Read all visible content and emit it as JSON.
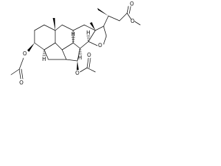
{
  "molecule": {
    "atoms": {
      "ester_carbonyl_o": "O",
      "ester_ether_o": "O",
      "ring_oxygen": "O",
      "acetate3_ether_o": "O",
      "acetate3_carbonyl_o": "O",
      "acetate7_ether_o": "O",
      "acetate7_carbonyl_o": "O",
      "h8": "H",
      "h9": "H",
      "h14": "H",
      "h5": "H"
    },
    "colors": {
      "ink": "#000000",
      "background": "#ffffff"
    }
  }
}
